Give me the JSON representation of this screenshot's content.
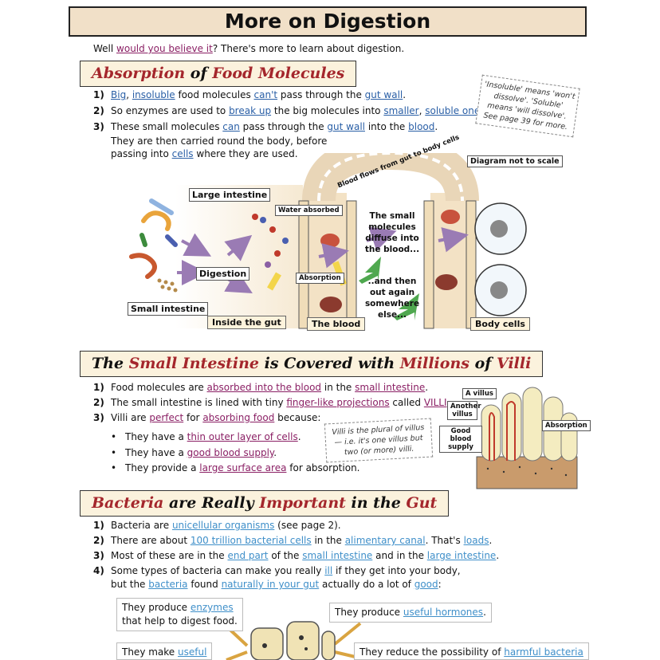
{
  "title": "More on Digestion",
  "intro": {
    "pre": "Well ",
    "link": "would you believe it",
    "post": "?  There's more to learn about digestion."
  },
  "absorption": {
    "heading": {
      "a": "Absorption",
      "b": " of ",
      "c": "Food Molecules"
    },
    "p1": {
      "n": "1)",
      "k1": "Big",
      "t1": ", ",
      "k2": "insoluble",
      "t2": " food molecules ",
      "k3": "can't",
      "t3": " pass through the ",
      "k4": "gut wall",
      "t4": "."
    },
    "p2": {
      "n": "2)",
      "t1": "So enzymes are used to ",
      "k1": "break up",
      "t2": " the big molecules into ",
      "k2": "smaller",
      "t3": ", ",
      "k3": "soluble ones",
      "t4": "."
    },
    "p3": {
      "n": "3)",
      "t1": "These small molecules ",
      "k1": "can",
      "t2": " pass through the ",
      "k2": "gut wall",
      "t3": " into the ",
      "k3": "blood",
      "t4": "."
    },
    "p3b": "They are then carried round the body, before",
    "p3c": {
      "t1": "passing into ",
      "k1": "cells",
      "t2": " where they are used."
    },
    "note": [
      "'Insoluble' means 'won't",
      "dissolve'. 'Soluble'",
      "means 'will dissolve'.",
      "See page 39 for more."
    ],
    "diagram": {
      "not_to_scale": "Diagram not to scale",
      "arch": "Blood flows from gut to body cells",
      "large_intestine": "Large intestine",
      "water_absorbed": "Water absorbed",
      "digestion": "Digestion",
      "absorption": "Absorption",
      "small_intestine": "Small intestine",
      "inside_gut": "Inside the gut",
      "the_blood": "The blood",
      "body_cells": "Body cells",
      "diffuse": [
        "The small",
        "molecules",
        "diffuse into",
        "the blood..."
      ],
      "and_then": [
        "..and then",
        "out again",
        "somewhere",
        "else..."
      ]
    }
  },
  "villi": {
    "heading": {
      "a": "The ",
      "b": "Small Intestine",
      "c": " is Covered with ",
      "d": "Millions",
      "e": " of ",
      "f": "Villi"
    },
    "p1": {
      "n": "1)",
      "t1": "Food molecules are ",
      "k1": "absorbed into the blood",
      "t2": " in the ",
      "k2": "small intestine",
      "t3": "."
    },
    "p2": {
      "n": "2)",
      "t1": "The small intestine is lined with tiny ",
      "k1": "finger-like projections",
      "t2": " called ",
      "k2": "VILLI",
      "t3": "."
    },
    "p3": {
      "n": "3)",
      "t1": "Villi are ",
      "k1": "perfect",
      "t2": " for ",
      "k2": "absorbing food",
      "t3": " because:"
    },
    "b1": {
      "t1": "They have a ",
      "k1": "thin outer layer of cells",
      "t2": "."
    },
    "b2": {
      "t1": "They have a ",
      "k1": "good blood supply",
      "t2": "."
    },
    "b3": {
      "t1": "They provide a ",
      "k1": "large surface area",
      "t2": " for absorption."
    },
    "note": [
      "Villi is the plural of villus",
      "— i.e. it's one villus but",
      "two (or more) villi."
    ],
    "labels": {
      "a_villus": "A villus",
      "another": "Another villus",
      "good_blood": "Good blood supply",
      "absorption": "Absorption"
    }
  },
  "bacteria": {
    "heading": {
      "a": "Bacteria",
      "b": " are Really ",
      "c": "Important",
      "d": " in the ",
      "e": "Gut"
    },
    "p1": {
      "n": "1)",
      "t1": "Bacteria are ",
      "k1": "unicellular organisms",
      "t2": " (see page 2)."
    },
    "p2": {
      "n": "2)",
      "t1": "There are about ",
      "k1": "100 trillion bacterial cells",
      "t2": " in the ",
      "k2": "alimentary canal",
      "t3": ".  That's ",
      "k3": "loads",
      "t4": "."
    },
    "p3": {
      "n": "3)",
      "t1": "Most of these are in the ",
      "k1": "end part",
      "t2": " of the ",
      "k2": "small intestine",
      "t3": " and in the ",
      "k3": "large intestine",
      "t4": "."
    },
    "p4": {
      "n": "4)",
      "t1": "Some types of bacteria can make you really ",
      "k1": "ill",
      "t2": " if they get into your body,"
    },
    "p4b": {
      "t1": "but the ",
      "k1": "bacteria",
      "t2": " found ",
      "k2": "naturally in your gut",
      "t3": " actually do a lot of ",
      "k3": "good",
      "t4": ":"
    },
    "box1": {
      "t1": "They produce ",
      "k1": "enzymes",
      "t2": "that help to digest food."
    },
    "box2": {
      "t1": "They produce ",
      "k1": "useful hormones",
      "t2": "."
    },
    "box3": {
      "t1": "They make ",
      "k1": "useful"
    },
    "box4": {
      "t1": "They reduce the possibility of ",
      "k1": "harmful bacteria"
    }
  }
}
